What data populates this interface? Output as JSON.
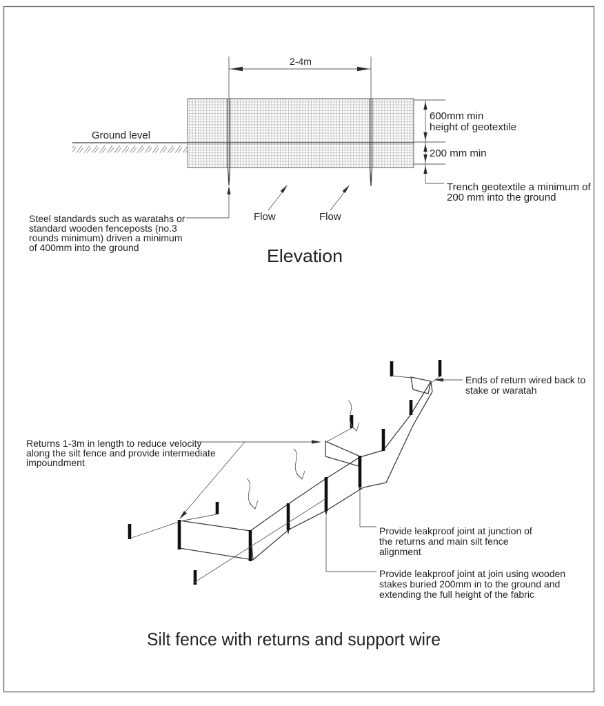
{
  "elevation": {
    "title": "Elevation",
    "span_dim": "2-4m",
    "ground_label": "Ground level",
    "flow_label_1": "Flow",
    "flow_label_2": "Flow",
    "height_note_lines": [
      "600mm min",
      "height of geotextile"
    ],
    "depth_note": "200 mm min",
    "trench_note_lines": [
      "Trench geotextile a minimum of",
      "200 mm into the ground"
    ],
    "steel_note_lines": [
      "Steel standards such as waratahs or",
      "standard wooden fenceposts (no.3",
      "rounds minimum) driven a minimum",
      "of 400mm into the ground"
    ]
  },
  "isometric": {
    "title": "Silt fence with returns and support wire",
    "ends_note_lines": [
      "Ends of return wired back to",
      "stake or waratah"
    ],
    "returns_note_lines": [
      "Returns 1-3m in length to reduce velocity",
      "along the silt fence and provide intermediate",
      "impoundment"
    ],
    "junction_note_lines": [
      "Provide leakproof joint at junction of",
      "the returns and main silt fence",
      "alignment"
    ],
    "join_note_lines": [
      "Provide leakproof joint at join using wooden",
      "stakes buried 200mm in to the ground and",
      "extending the full height of the fabric"
    ]
  },
  "colors": {
    "line": "#3d3d3d",
    "mesh": "#b3b3b3",
    "text": "#222222",
    "background": "#ffffff"
  }
}
